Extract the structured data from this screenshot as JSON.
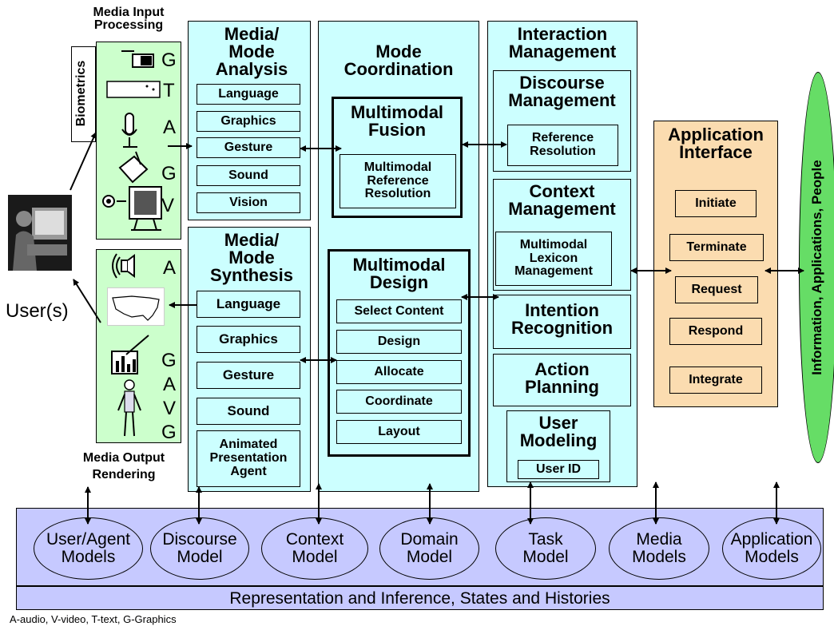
{
  "media_input": {
    "title_line1": "Media Input",
    "title_line2": "Processing",
    "biometrics_label": "Biometrics",
    "letters": [
      "G",
      "T",
      "A",
      "G",
      "V"
    ]
  },
  "media_output": {
    "title_line1": "Media Output",
    "title_line2": "Rendering",
    "letters": [
      "A",
      "G",
      "A",
      "V",
      "G"
    ]
  },
  "user_label": "User(s)",
  "analysis": {
    "title": [
      "Media/",
      "Mode",
      "Analysis"
    ],
    "items": [
      "Language",
      "Graphics",
      "Gesture",
      "Sound",
      "Vision"
    ]
  },
  "synthesis": {
    "title": [
      "Media/",
      "Mode",
      "Synthesis"
    ],
    "items": [
      "Language",
      "Graphics",
      "Gesture",
      "Sound"
    ],
    "agent": [
      "Animated",
      "Presentation",
      "Agent"
    ]
  },
  "coordination": {
    "title": [
      "Mode",
      "Coordination"
    ],
    "fusion": {
      "title": [
        "Multimodal",
        "Fusion"
      ],
      "sub": [
        "Multimodal",
        "Reference",
        "Resolution"
      ]
    },
    "design": {
      "title": [
        "Multimodal",
        "Design"
      ],
      "items": [
        "Select Content",
        "Design",
        "Allocate",
        "Coordinate",
        "Layout"
      ]
    }
  },
  "interaction": {
    "title": [
      "Interaction",
      "Management"
    ],
    "discourse": {
      "title": [
        "Discourse",
        "Management"
      ],
      "sub": [
        "Reference",
        "Resolution"
      ]
    },
    "context": {
      "title": [
        "Context",
        "Management"
      ],
      "sub": [
        "Multimodal",
        "Lexicon",
        "Management"
      ]
    },
    "intention": [
      "Intention",
      "Recognition"
    ],
    "action": [
      "Action",
      "Planning"
    ],
    "user_modeling": {
      "title": [
        "User",
        "Modeling"
      ],
      "sub": "User ID"
    }
  },
  "app_interface": {
    "title": [
      "Application",
      "Interface"
    ],
    "items": [
      "Initiate",
      "Terminate",
      "Request",
      "Respond",
      "Integrate"
    ]
  },
  "info_label": "Information, Applications, People",
  "models": [
    [
      "User/Agent",
      "Models"
    ],
    [
      "Discourse",
      "Model"
    ],
    [
      "Context",
      "Model"
    ],
    [
      "Domain",
      "Model"
    ],
    [
      "Task",
      "Model"
    ],
    [
      "Media",
      "Models"
    ],
    [
      "Application",
      "Models"
    ]
  ],
  "representation_label": "Representation and Inference, States and Histories",
  "legend": "A-audio, V-video, T-text, G-Graphics",
  "colors": {
    "cyan": "#ccffff",
    "green": "#ccffcc",
    "peach": "#fbdcb0",
    "blue": "#c6c9ff",
    "oval_green": "#66dd66"
  }
}
